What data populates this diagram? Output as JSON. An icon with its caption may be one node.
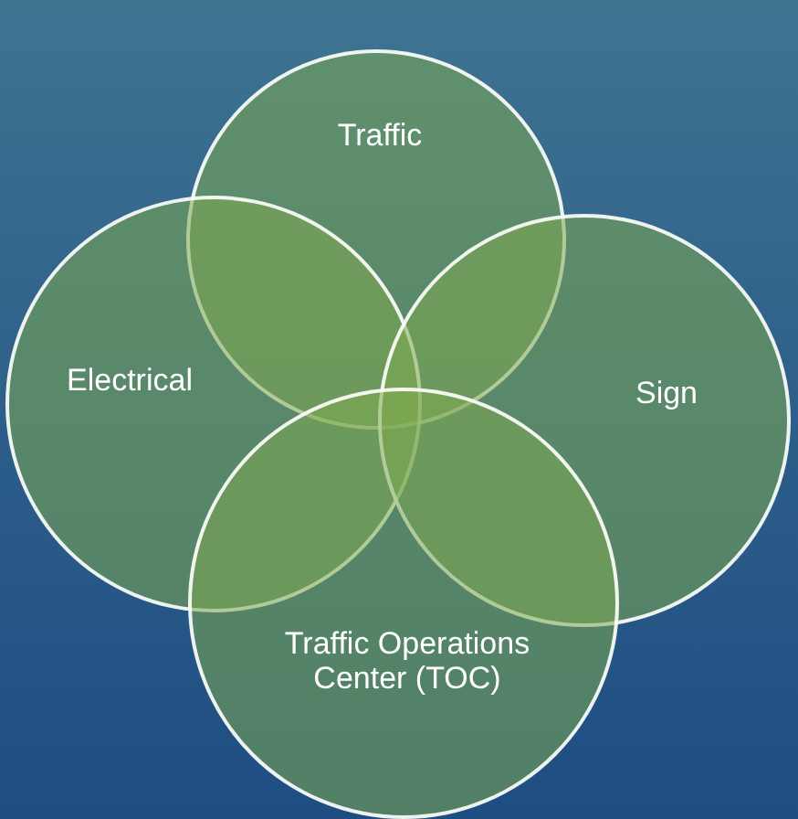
{
  "diagram": {
    "nodes": [
      {
        "text": [
          "Traffic"
        ]
      },
      {
        "text": [
          "Electrical"
        ]
      },
      {
        "text": [
          "Sign"
        ]
      },
      {
        "text": [
          "Traffic Operations Center (TOC)"
        ]
      }
    ]
  }
}
